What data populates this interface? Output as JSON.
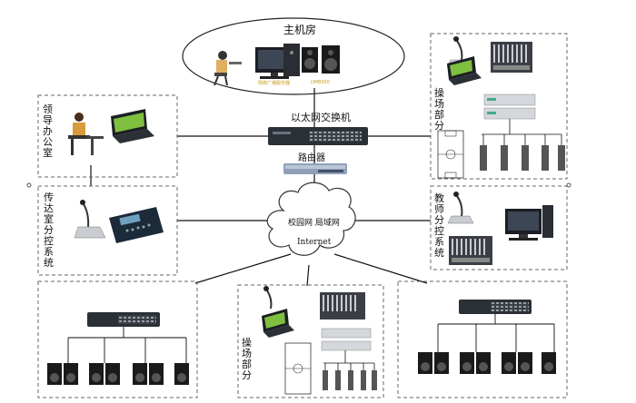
{
  "labels": {
    "main_room": "主机房",
    "ethernet_switch": "以太网交换机",
    "router": "路由器",
    "campus_net": "校园网 局域网",
    "internet": "Internet",
    "leader_office": "领导办公室",
    "reception_room": "传达室分控系统",
    "playground_top": "操场部分",
    "teacher_room": "教师分控系统",
    "playground_bottom": "操场部分",
    "server_caption": "网络广播服务器",
    "speaker_caption": "DM8000"
  },
  "colors": {
    "dash": "#555555",
    "line": "#111111",
    "device_dark": "#2b2f36",
    "device_silver": "#c9ccd1",
    "speaker": "#1a1a1a",
    "screen_green": "#7fbf3f"
  }
}
